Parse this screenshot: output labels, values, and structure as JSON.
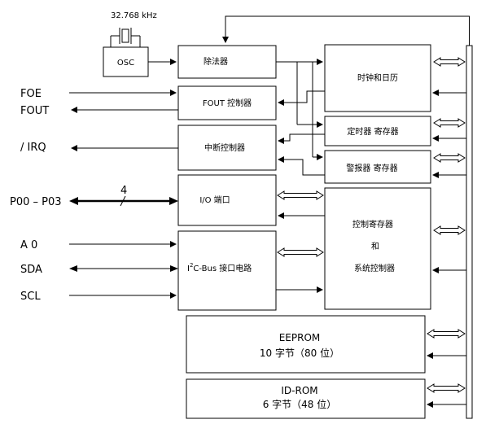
{
  "crystal": {
    "freq": "32.768 kHz"
  },
  "blocks": {
    "osc": "OSC",
    "divider": "除法器",
    "clock": "时钟和日历",
    "fout": "FOUT 控制器",
    "timer": "定时器 寄存器",
    "irq_ctrl": "中断控制器",
    "alarm": "警报器 寄存器",
    "io": "I/O 端口",
    "ctrl_l1": "控制寄存器",
    "ctrl_l2": "和",
    "ctrl_l3": "系统控制器",
    "i2c_pre": "I",
    "i2c_sup": "2",
    "i2c_post": "C-Bus 接口电路",
    "eeprom_l1": "EEPROM",
    "eeprom_l2": "10 字节（80 位）",
    "idrom_l1": "ID-ROM",
    "idrom_l2": "6 字节（48 位）"
  },
  "pins": {
    "foe": "FOE",
    "fout": "FOUT",
    "irq": "/ IRQ",
    "port": "P00 – P03",
    "port_width": "4",
    "a0": "A 0",
    "sda": "SDA",
    "scl": "SCL"
  }
}
